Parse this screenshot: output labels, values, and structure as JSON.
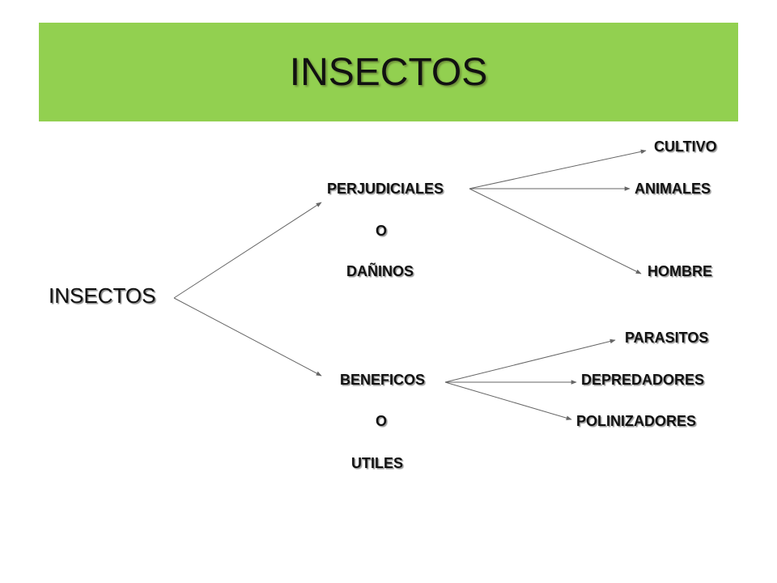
{
  "header": {
    "title": "INSECTOS"
  },
  "diagram": {
    "root": "INSECTOS",
    "branches": [
      {
        "label_lines": [
          "PERJUDICIALES",
          "O",
          "DAÑINOS"
        ],
        "leaves": [
          "CULTIVO",
          "ANIMALES",
          "HOMBRE"
        ]
      },
      {
        "label_lines": [
          "BENEFICOS",
          "O",
          "UTILES"
        ],
        "leaves": [
          "PARASITOS",
          "DEPREDADORES",
          "POLINIZADORES"
        ]
      }
    ]
  },
  "colors": {
    "banner": "#92d050",
    "text": "#111111",
    "arrow": "#666666"
  }
}
